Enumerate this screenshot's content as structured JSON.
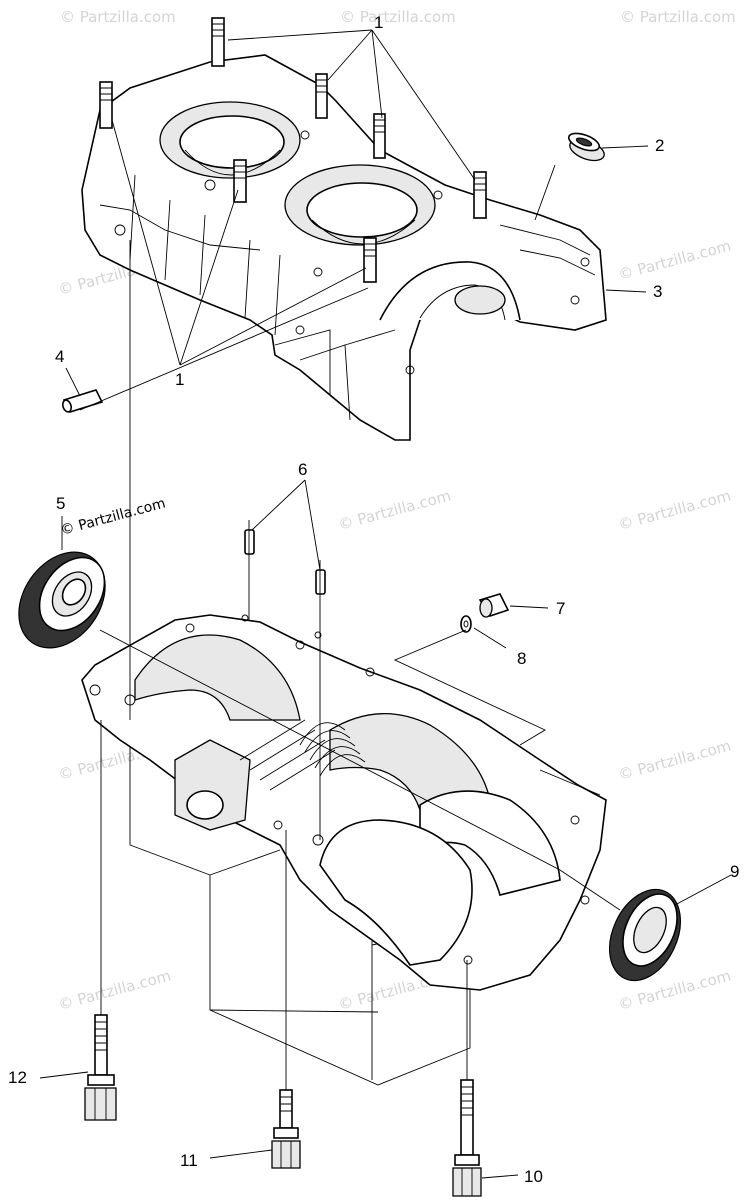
{
  "watermark_text": "© Partzilla.com",
  "callouts": [
    {
      "id": "c1a",
      "label": "1"
    },
    {
      "id": "c1b",
      "label": "1"
    },
    {
      "id": "c2",
      "label": "2"
    },
    {
      "id": "c3",
      "label": "3"
    },
    {
      "id": "c4",
      "label": "4"
    },
    {
      "id": "c5",
      "label": "5"
    },
    {
      "id": "c6",
      "label": "6"
    },
    {
      "id": "c7",
      "label": "7"
    },
    {
      "id": "c8",
      "label": "8"
    },
    {
      "id": "c9",
      "label": "9"
    },
    {
      "id": "c10",
      "label": "10"
    },
    {
      "id": "c11",
      "label": "11"
    },
    {
      "id": "c12",
      "label": "12"
    }
  ]
}
